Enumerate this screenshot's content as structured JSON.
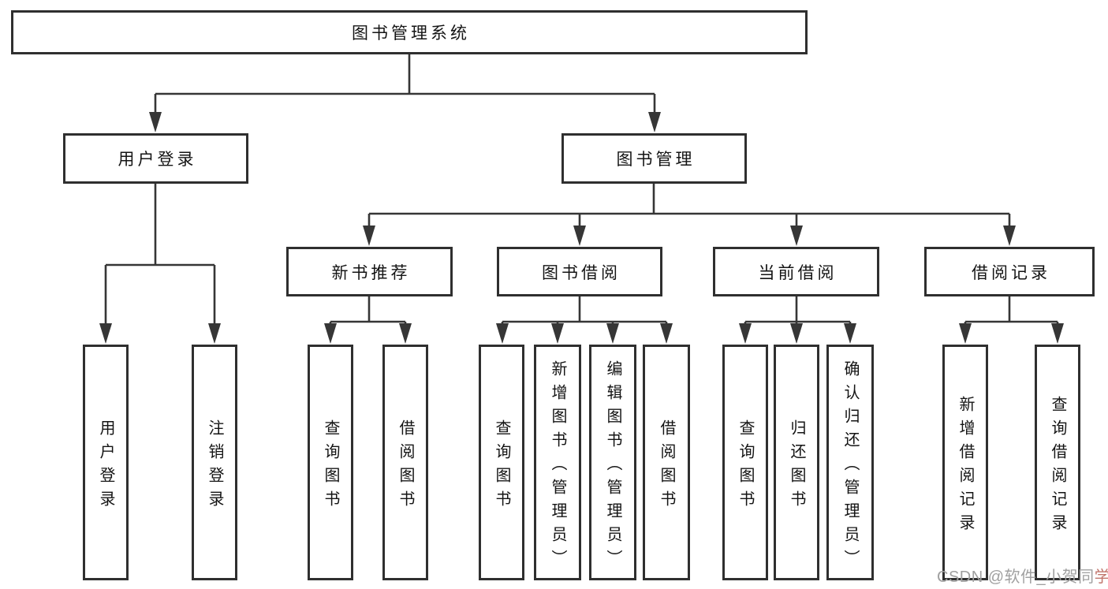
{
  "root": {
    "label": "图书管理系统"
  },
  "level1": {
    "user_login": {
      "label": "用户登录"
    },
    "book_management": {
      "label": "图书管理"
    }
  },
  "level2": {
    "new_book_recommend": {
      "label": "新书推荐"
    },
    "book_borrow": {
      "label": "图书借阅"
    },
    "current_borrow": {
      "label": "当前借阅"
    },
    "borrow_records": {
      "label": "借阅记录"
    }
  },
  "leaves": {
    "user_login": [
      "用户登录",
      "注销登录"
    ],
    "new_book_recommend": [
      "查询图书",
      "借阅图书"
    ],
    "book_borrow": [
      "查询图书",
      "新增图书（管理员）",
      "编辑图书（管理员）",
      "借阅图书"
    ],
    "current_borrow": [
      "查询图书",
      "归还图书",
      "确认归还（管理员）"
    ],
    "borrow_records": [
      "新增借阅记录",
      "查询借阅记录"
    ]
  },
  "watermark": {
    "gray_text": "CSDN @软件_小贺同",
    "red_text": "学"
  },
  "colors": {
    "line": "#363636",
    "box_border": "#2f2f2f",
    "text": "#141414",
    "background": "#ffffff",
    "watermark_gray": "#a0a0a0",
    "watermark_red": "#c1766d"
  }
}
